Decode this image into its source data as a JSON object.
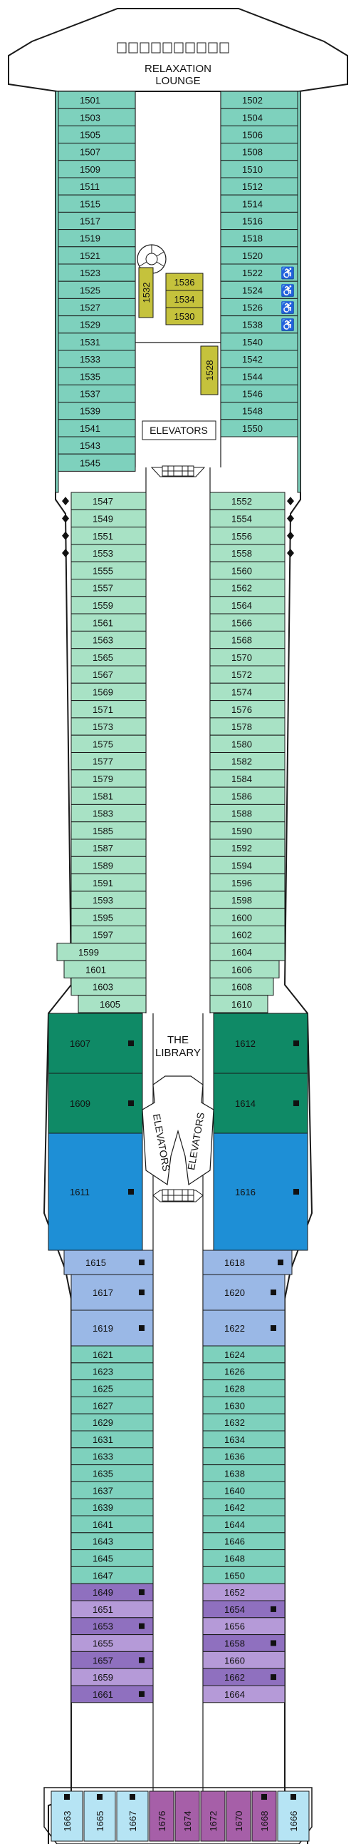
{
  "deck": {
    "labels": {
      "relaxation_lounge": [
        "RELAXATION",
        "LOUNGE"
      ],
      "library": [
        "THE",
        "LIBRARY"
      ],
      "elevators": "ELEVATORS"
    },
    "colors": {
      "deck_green": "#7ed1bd",
      "light_green": "#a8e2c5",
      "dark_green": "#0f8a66",
      "blue": "#1e8fd6",
      "light_blue": "#9ab8e6",
      "purple_dark": "#8f70bf",
      "purple_light": "#b59ad8",
      "purple_suite": "#a65fa8",
      "cyan": "#b6e4f4",
      "yellow": "#c5c23c",
      "outline": "#1a1a1a"
    },
    "icons": {
      "accessible": "wheelchair-icon",
      "sofa_bed": "diamond-icon",
      "connecting": "square-icon"
    },
    "cabins": {
      "left_forward": [
        "1501",
        "1503",
        "1505",
        "1507",
        "1509",
        "1511",
        "1515",
        "1517",
        "1519",
        "1521",
        "1523",
        "1525",
        "1527",
        "1529",
        "1531",
        "1533",
        "1535",
        "1537",
        "1539",
        "1541",
        "1543",
        "1545"
      ],
      "right_forward": [
        "1502",
        "1504",
        "1506",
        "1508",
        "1510",
        "1512",
        "1514",
        "1516",
        "1518",
        "1520",
        "1522",
        "1524",
        "1526",
        "1538",
        "1540",
        "1542",
        "1544",
        "1546",
        "1548",
        "1550"
      ],
      "accessible": [
        "1522",
        "1524",
        "1526",
        "1538"
      ],
      "interior_yellow": [
        "1532",
        "1536",
        "1534",
        "1530",
        "1528"
      ],
      "left_mid": [
        "1547",
        "1549",
        "1551",
        "1553",
        "1555",
        "1557",
        "1559",
        "1561",
        "1563",
        "1565",
        "1567",
        "1569",
        "1571",
        "1573",
        "1575",
        "1577",
        "1579",
        "1581",
        "1583",
        "1585",
        "1587",
        "1589",
        "1591",
        "1593",
        "1595",
        "1597",
        "1599",
        "1601",
        "1603",
        "1605"
      ],
      "right_mid": [
        "1552",
        "1554",
        "1556",
        "1558",
        "1560",
        "1562",
        "1564",
        "1566",
        "1568",
        "1570",
        "1572",
        "1574",
        "1576",
        "1578",
        "1580",
        "1582",
        "1584",
        "1586",
        "1588",
        "1590",
        "1592",
        "1594",
        "1596",
        "1598",
        "1600",
        "1602",
        "1604",
        "1606",
        "1608",
        "1610"
      ],
      "sofa_bed": [
        "1547",
        "1549",
        "1551",
        "1553",
        "1552",
        "1554",
        "1556",
        "1558"
      ],
      "dark_green_suites": [
        "1607",
        "1609",
        "1612",
        "1614"
      ],
      "blue_suites": [
        "1611",
        "1616"
      ],
      "light_blue_suites": [
        "1615",
        "1617",
        "1619",
        "1618",
        "1620",
        "1622"
      ],
      "left_aft": [
        "1621",
        "1623",
        "1625",
        "1627",
        "1629",
        "1631",
        "1633",
        "1635",
        "1637",
        "1639",
        "1641",
        "1643",
        "1645",
        "1647",
        "1649",
        "1651",
        "1653",
        "1655",
        "1657",
        "1659",
        "1661"
      ],
      "right_aft": [
        "1624",
        "1626",
        "1628",
        "1630",
        "1632",
        "1634",
        "1636",
        "1638",
        "1640",
        "1642",
        "1644",
        "1646",
        "1648",
        "1650",
        "1652",
        "1654",
        "1656",
        "1658",
        "1660",
        "1662",
        "1664"
      ],
      "purple_dark": [
        "1649",
        "1653",
        "1657",
        "1661",
        "1654",
        "1658",
        "1662"
      ],
      "purple_light": [
        "1651",
        "1655",
        "1659",
        "1652",
        "1656",
        "1660",
        "1664"
      ],
      "stern": [
        "1663",
        "1665",
        "1667",
        "1676",
        "1674",
        "1672",
        "1670",
        "1668",
        "1666"
      ],
      "stern_purple": [
        "1676",
        "1674",
        "1672",
        "1670",
        "1668"
      ],
      "connecting": [
        "1607",
        "1609",
        "1611",
        "1612",
        "1614",
        "1616",
        "1615",
        "1617",
        "1619",
        "1618",
        "1620",
        "1622",
        "1649",
        "1653",
        "1657",
        "1661",
        "1654",
        "1658",
        "1662",
        "1663",
        "1665",
        "1667",
        "1668",
        "1666"
      ]
    }
  }
}
